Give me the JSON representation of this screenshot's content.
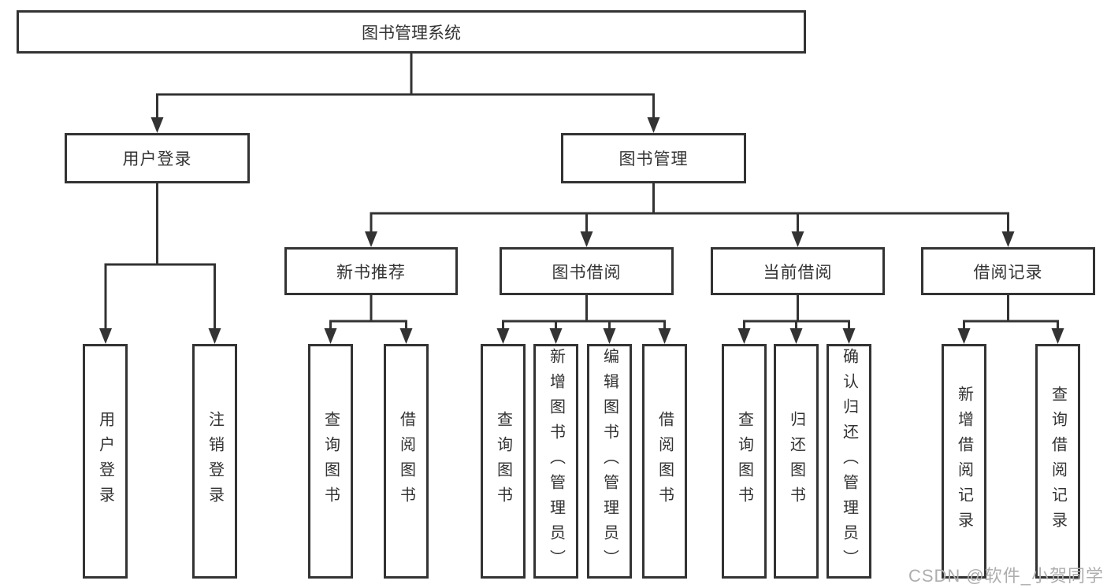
{
  "colors": {
    "line": "#333333",
    "text": "#333333",
    "background": "#ffffff",
    "watermark": "#aeaeae"
  },
  "tree": {
    "root": "图书管理系统",
    "branches": [
      {
        "label": "用户登录",
        "children": [
          "用户登录",
          "注销登录"
        ]
      },
      {
        "label": "图书管理",
        "sections": [
          {
            "label": "新书推荐",
            "children": [
              "查询图书",
              "借阅图书"
            ]
          },
          {
            "label": "图书借阅",
            "children": [
              "查询图书",
              "新增图书（管理员）",
              "编辑图书（管理员）",
              "借阅图书"
            ]
          },
          {
            "label": "当前借阅",
            "children": [
              "查询图书",
              "归还图书",
              "确认归还（管理员）"
            ]
          },
          {
            "label": "借阅记录",
            "children": [
              "新增借阅记录",
              "查询借阅记录"
            ]
          }
        ]
      }
    ]
  },
  "watermark": {
    "text": "CSDN @软件_小贺同学"
  }
}
